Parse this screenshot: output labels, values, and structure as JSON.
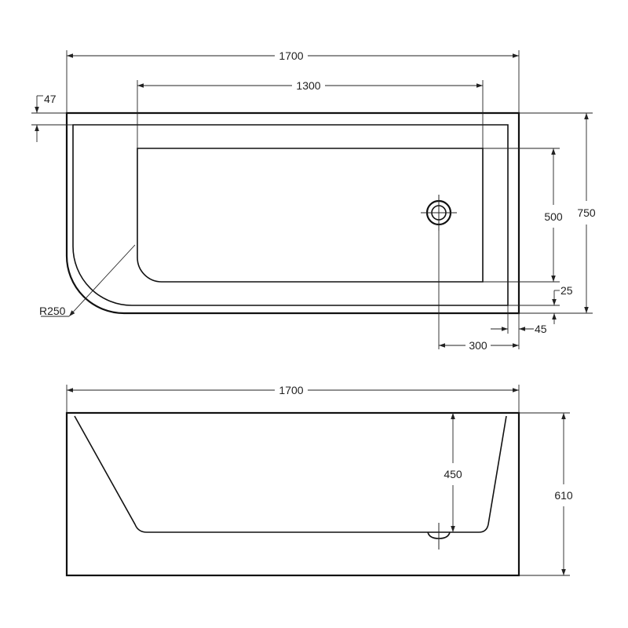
{
  "top_view": {
    "overall_length": "1700",
    "basin_length": "1300",
    "rim_offset": "47",
    "overall_width": "750",
    "basin_width": "500",
    "corner_radius": "R250",
    "bottom_rim_offset": "25",
    "right_rim_offset": "45",
    "drain_offset": "300"
  },
  "front_view": {
    "overall_length": "1700",
    "basin_depth": "450",
    "overall_height": "610"
  }
}
